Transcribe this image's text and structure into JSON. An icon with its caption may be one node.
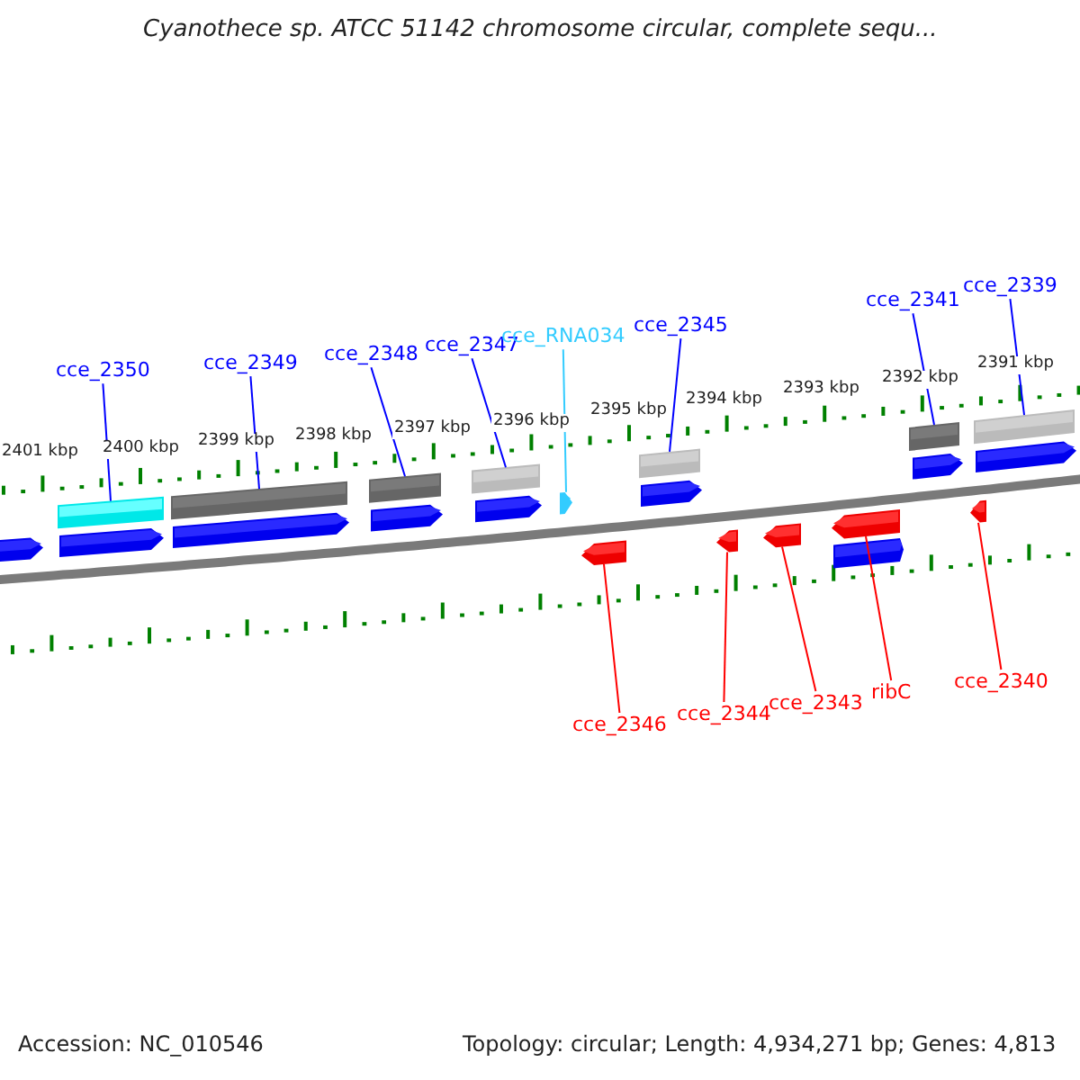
{
  "diagram": {
    "title": "Cyanothece sp. ATCC 51142 chromosome circular, complete sequ...",
    "nodes": [
      {
        "text": [
          "cce_2350"
        ]
      },
      {
        "text": [
          "cce_2349"
        ]
      },
      {
        "text": [
          "cce_2348"
        ]
      },
      {
        "text": [
          "cce_2347"
        ]
      },
      {
        "text": [
          "cce_RNA034"
        ]
      },
      {
        "text": [
          "cce_2345"
        ]
      },
      {
        "text": [
          "cce_2341"
        ]
      },
      {
        "text": [
          "cce_2339"
        ]
      },
      {
        "text": [
          "cce_2346"
        ]
      },
      {
        "text": [
          "cce_2344"
        ]
      },
      {
        "text": [
          "cce_2343"
        ]
      },
      {
        "text": [
          "ribC"
        ]
      },
      {
        "text": [
          "cce_2340"
        ]
      },
      {
        "text": [],
        "shape": "bar"
      },
      {
        "text": [],
        "shape": "bar"
      },
      {
        "text": [],
        "shape": "bar"
      },
      {
        "text": [],
        "shape": "bar"
      },
      {
        "text": [],
        "shape": "arrow"
      },
      {
        "text": [],
        "shape": "bar"
      },
      {
        "text": [],
        "shape": "bar"
      },
      {
        "text": [],
        "shape": "bar"
      },
      {
        "text": [],
        "shape": "arrow"
      },
      {
        "text": [],
        "shape": "arrow"
      },
      {
        "text": [],
        "shape": "arrow"
      },
      {
        "text": [],
        "shape": "arrow"
      },
      {
        "text": [],
        "shape": "arrow"
      }
    ],
    "edges": [
      {
        "from": 0,
        "to": 13,
        "arrow": "none"
      },
      {
        "from": 1,
        "to": 14,
        "arrow": "none"
      },
      {
        "from": 2,
        "to": 15,
        "arrow": "none"
      },
      {
        "from": 3,
        "to": 16,
        "arrow": "none"
      },
      {
        "from": 4,
        "to": 17,
        "arrow": "none",
        "color": "#33ccff"
      },
      {
        "from": 5,
        "to": 18,
        "arrow": "none"
      },
      {
        "from": 6,
        "to": 19,
        "arrow": "none"
      },
      {
        "from": 7,
        "to": 20,
        "arrow": "none"
      },
      {
        "from": 8,
        "to": 21,
        "arrow": "none",
        "color": "#ff0000"
      },
      {
        "from": 9,
        "to": 22,
        "arrow": "none",
        "color": "#ff0000"
      },
      {
        "from": 10,
        "to": 23,
        "arrow": "none",
        "color": "#ff0000"
      },
      {
        "from": 11,
        "to": 24,
        "arrow": "none",
        "color": "#ff0000"
      },
      {
        "from": 12,
        "to": 25,
        "arrow": "none",
        "color": "#ff0000"
      }
    ],
    "labels": [
      "2401 kbp",
      "2400 kbp",
      "2399 kbp",
      "2398 kbp",
      "2397 kbp",
      "2396 kbp",
      "2395 kbp",
      "2394 kbp",
      "2393 kbp",
      "2392 kbp",
      "2391 kbp",
      "Accession: NC_010546",
      "Topology: circular; Length: 4,934,271 bp; Genes: 4,813"
    ]
  }
}
